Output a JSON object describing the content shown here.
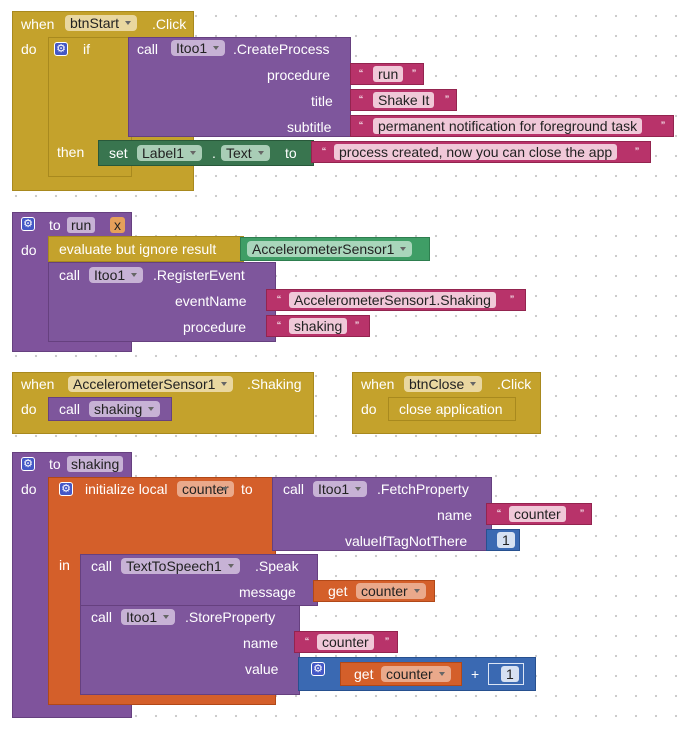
{
  "block_start": {
    "when": "when",
    "component": "btnStart",
    "event": ".Click",
    "do": "do",
    "if": "if",
    "call": "call",
    "component2": "Itoo1",
    "method": ".CreateProcess",
    "procedure_label": "procedure",
    "procedure_value": "run",
    "title_label": "title",
    "title_value": "Shake It",
    "subtitle_label": "subtitle",
    "subtitle_value": "permanent notification for foreground task",
    "then": "then",
    "set": "set",
    "label_component": "Label1",
    "dot": ".",
    "property": "Text",
    "to": "to",
    "text_value": "process created, now you can close the app"
  },
  "block_run": {
    "to": "to",
    "name": "run",
    "param": "x",
    "do": "do",
    "evaluate": "evaluate but ignore result",
    "sensor": "AccelerometerSensor1",
    "call": "call",
    "component": "Itoo1",
    "method": ".RegisterEvent",
    "eventname_label": "eventName",
    "eventname_value": "AccelerometerSensor1.Shaking",
    "procedure_label": "procedure",
    "procedure_value": "shaking"
  },
  "block_shaking_event": {
    "when": "when",
    "component": "AccelerometerSensor1",
    "event": ".Shaking",
    "do": "do",
    "call": "call",
    "procedure": "shaking"
  },
  "block_close": {
    "when": "when",
    "component": "btnClose",
    "event": ".Click",
    "do": "do",
    "action": "close application"
  },
  "block_shaking_proc": {
    "to": "to",
    "name": "shaking",
    "do": "do",
    "initialize": "initialize local",
    "var_name": "counter",
    "init_to": "to",
    "call": "call",
    "component": "Itoo1",
    "method": ".FetchProperty",
    "name_label": "name",
    "name_value": "counter",
    "default_label": "valueIfTagNotThere",
    "default_value": "1",
    "in": "in",
    "tts_call": "call",
    "tts_component": "TextToSpeech1",
    "tts_method": ".Speak",
    "message_label": "message",
    "get": "get",
    "get_var": "counter",
    "store_call": "call",
    "store_component": "Itoo1",
    "store_method": ".StoreProperty",
    "store_name_label": "name",
    "store_name_value": "counter",
    "value_label": "value",
    "get2": "get",
    "get2_var": "counter",
    "plus": "+",
    "add_value": "1"
  },
  "colors": {
    "control": "#c4a22c",
    "procedure": "#7f539c",
    "text": "#b8336a",
    "component_setter": "#39754f",
    "variable": "#d45f2a",
    "math": "#3a69b2"
  }
}
